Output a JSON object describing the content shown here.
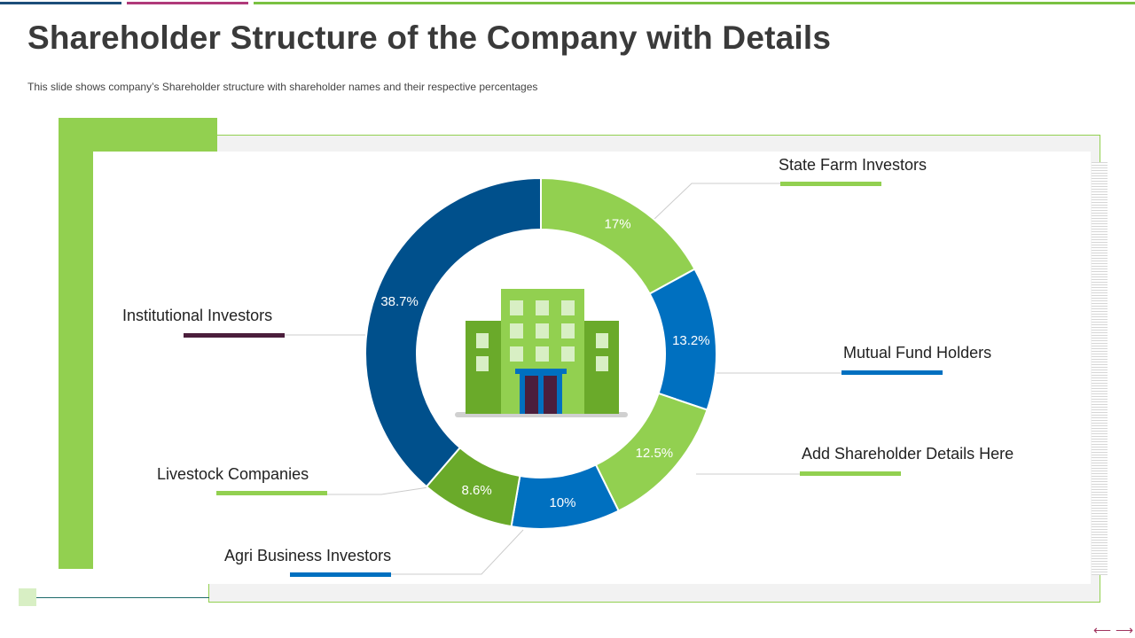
{
  "page": {
    "title": "Shareholder Structure of the Company with Details",
    "subtitle": "This slide shows company’s Shareholder  structure with shareholder names and their respective percentages"
  },
  "colors": {
    "accent_green": "#92d050",
    "dark_green": "#6aaa2a",
    "dark_blue": "#00508c",
    "blue": "#0070c0",
    "maroon": "#4b1e3c",
    "leader": "#cccccc"
  },
  "icons": {
    "center": "office-building-icon",
    "prev": "arrow-left-icon",
    "next": "arrow-right-icon"
  },
  "nav": {
    "prev": "⟵",
    "next": "⟶"
  },
  "chart_data": {
    "type": "pie",
    "variant": "donut",
    "title": "",
    "slices": [
      {
        "name": "State Farm Investors",
        "value": 17,
        "label": "17%",
        "color": "#92d050",
        "bar_color": "#92d050"
      },
      {
        "name": "Mutual  Fund Holders",
        "value": 13.2,
        "label": "13.2%",
        "color": "#0070c0",
        "bar_color": "#0070c0"
      },
      {
        "name": "Add Shareholder Details Here",
        "value": 12.5,
        "label": "12.5%",
        "color": "#92d050",
        "bar_color": "#92d050"
      },
      {
        "name": "Agri Business Investors",
        "value": 10,
        "label": "10%",
        "color": "#0070c0",
        "bar_color": "#0070c0"
      },
      {
        "name": "Livestock Companies",
        "value": 8.6,
        "label": "8.6%",
        "color": "#6aaa2a",
        "bar_color": "#92d050"
      },
      {
        "name": "Institutional Investors",
        "value": 38.7,
        "label": "38.7%",
        "color": "#00508c",
        "bar_color": "#4b1e3c"
      }
    ]
  }
}
